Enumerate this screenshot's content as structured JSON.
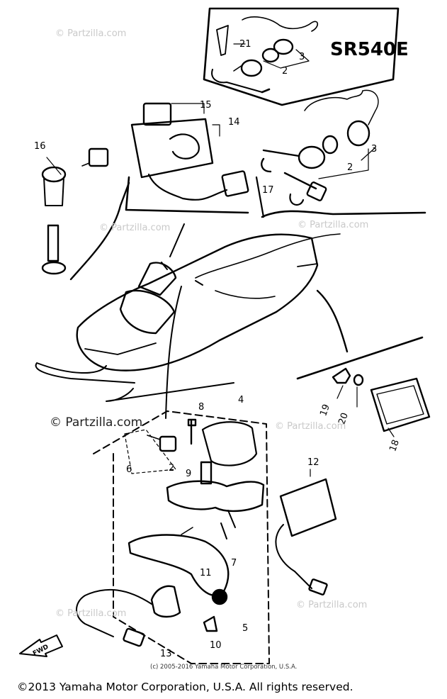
{
  "diagram": {
    "model_label": "SR540E",
    "part_numbers": [
      "2",
      "3",
      "21",
      "2",
      "3",
      "15",
      "14",
      "16",
      "17",
      "4",
      "8",
      "6",
      "2",
      "9",
      "12",
      "19",
      "20",
      "18",
      "11",
      "7",
      "5",
      "10",
      "13"
    ],
    "fwd_label": "FWD"
  },
  "watermarks": {
    "site": "© Partzilla.com"
  },
  "inner_copyright": "(c) 2005-2016 Yamaha Motor Corporation, U.S.A.",
  "footer_copyright": "©2013 Yamaha Motor Corporation, U.S.A. All rights reserved."
}
